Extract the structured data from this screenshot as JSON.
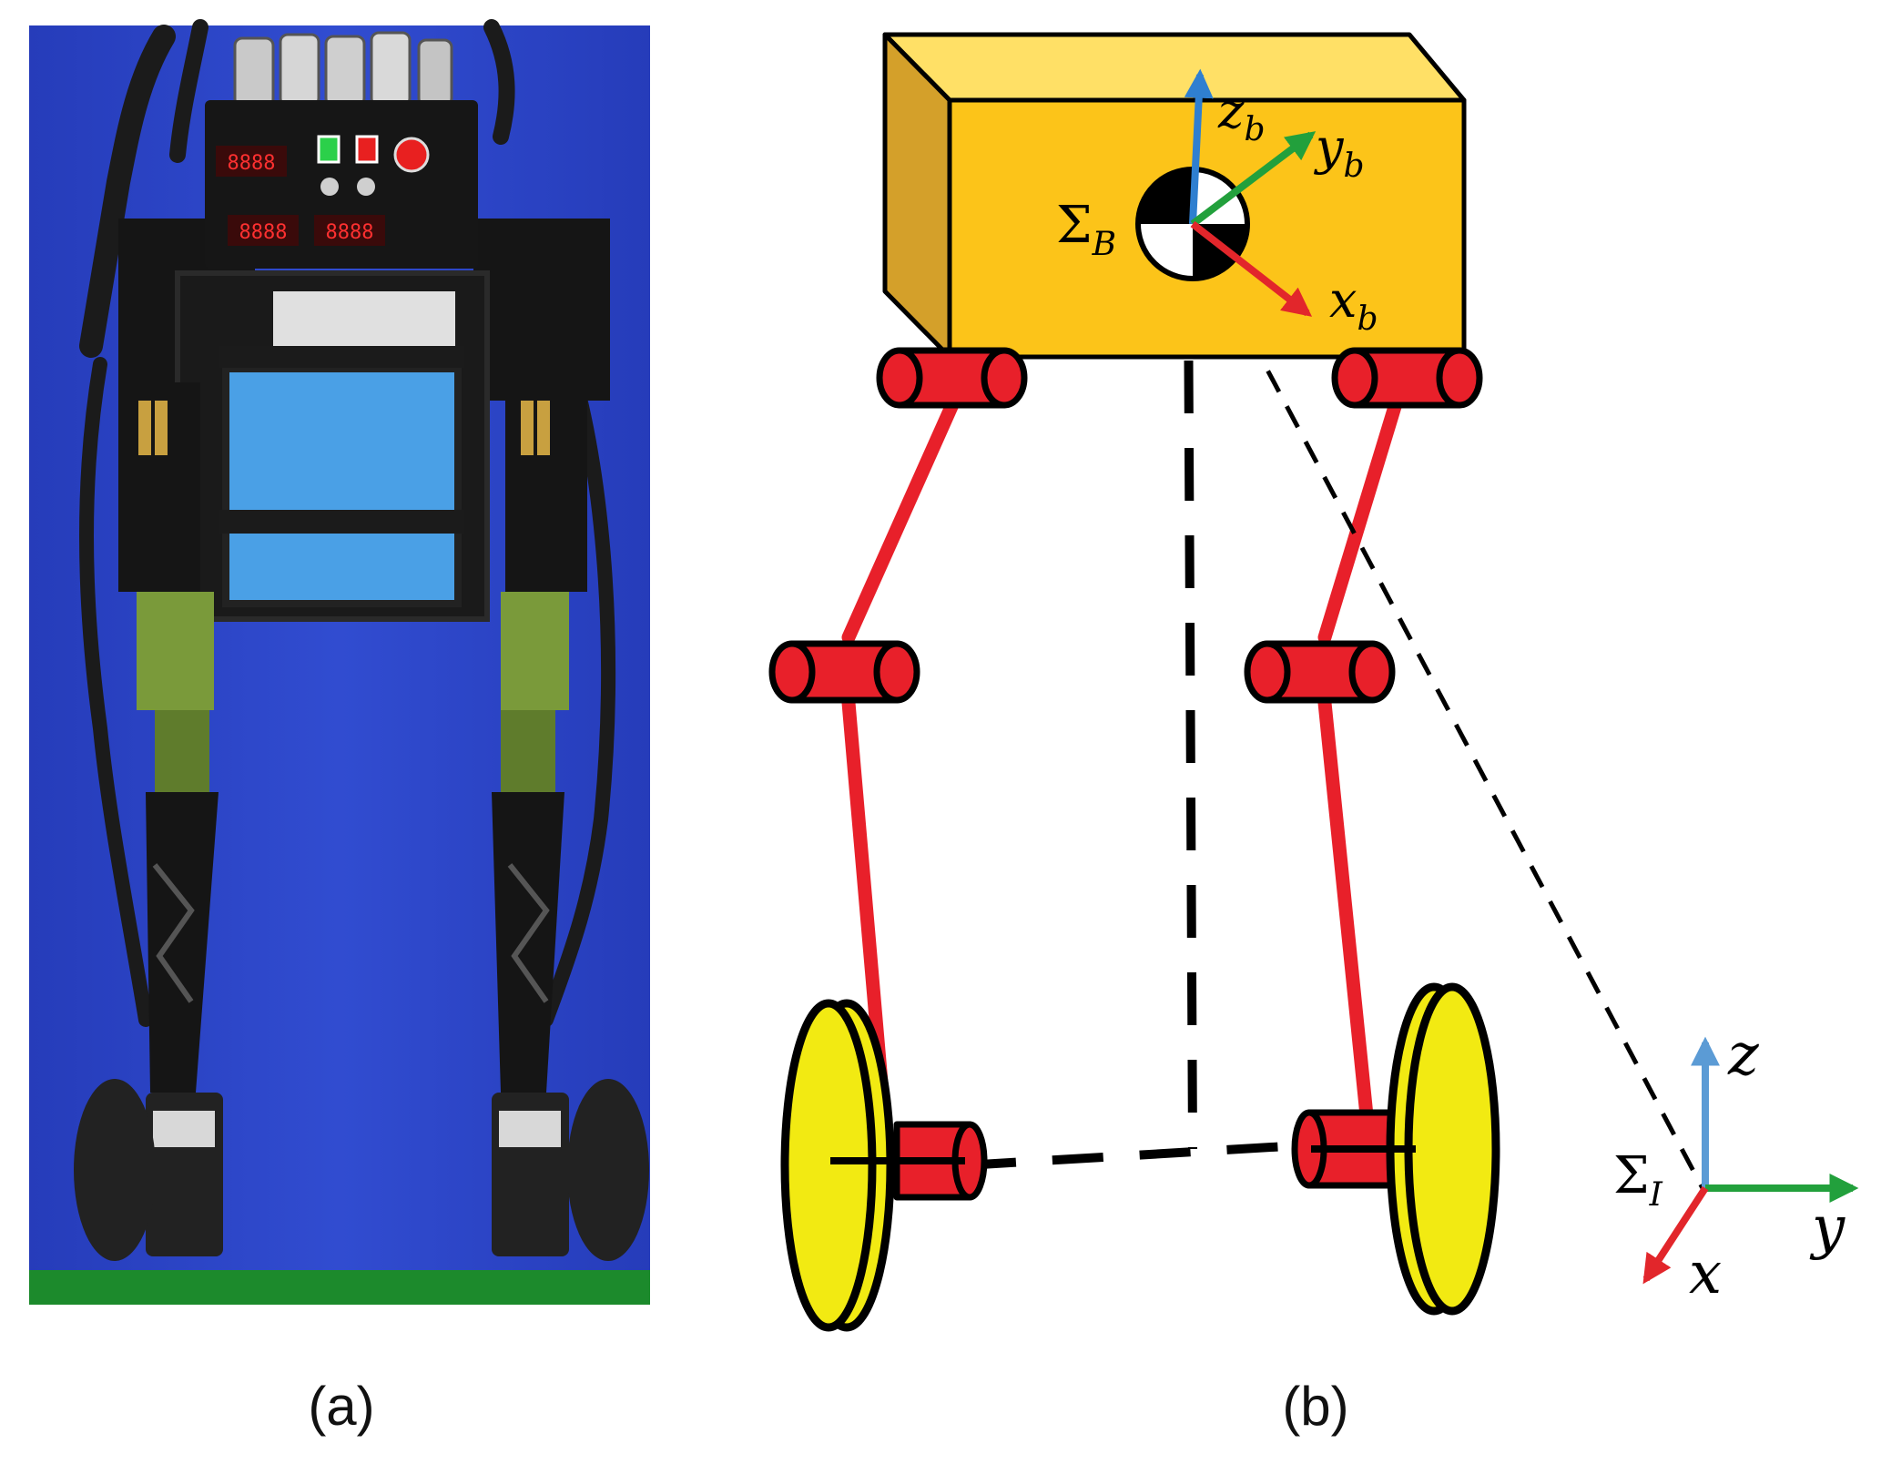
{
  "panels": {
    "a": {
      "caption": "(a)",
      "background_color": "#2c46c8",
      "floor_color": "#1c8a2c"
    },
    "b": {
      "caption": "(b)",
      "body_frame": {
        "symbol": "Σ",
        "subscript": "B",
        "axes": [
          {
            "base": "z",
            "sub": "b",
            "color": "#2f7fd0"
          },
          {
            "base": "y",
            "sub": "b",
            "color": "#22a03c"
          },
          {
            "base": "x",
            "sub": "b",
            "color": "#e2262b"
          }
        ]
      },
      "inertial_frame": {
        "symbol": "Σ",
        "subscript": "I",
        "axes": [
          {
            "label": "z",
            "color": "#5b9bd5"
          },
          {
            "label": "y",
            "color": "#22a03c"
          },
          {
            "label": "x",
            "color": "#e2262b"
          }
        ]
      },
      "colors": {
        "body_front": "#fcc419",
        "body_top": "#ffe066",
        "body_side": "#d4a02a",
        "joint": "#e8202a",
        "link": "#e8202a",
        "wheel": "#f2ea12",
        "outline": "#000000"
      }
    }
  }
}
